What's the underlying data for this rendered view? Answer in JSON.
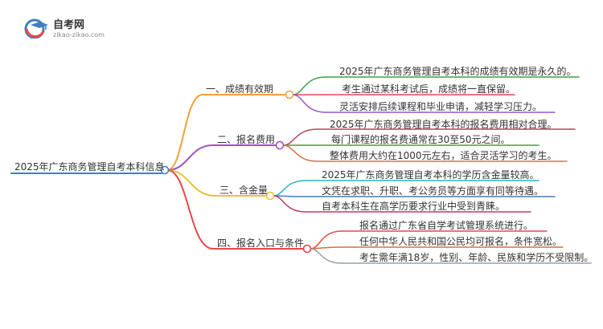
{
  "logo": {
    "brand": "自考网",
    "url": "zikao-zikao.com"
  },
  "root": {
    "label": "2025年广东商务管理自考本科信息",
    "color": "#3f7fbf"
  },
  "branches": [
    {
      "label": "一、成绩有效期",
      "color": "#f0a23a",
      "leaf_color": "#3aa24a",
      "leaves": [
        "2025年广东商务管理自考本科的成绩有效期是永久的。",
        "考生通过某科考试后，成绩将一直保留。",
        "灵活安排后续课程和毕业申请，减轻学习压力。"
      ],
      "leaf_colors": [
        "#3aa24a",
        "#e8484a",
        "#9a52c8"
      ]
    },
    {
      "label": "二、报名费用",
      "color": "#9a52c8",
      "leaves": [
        "2025年广东商务管理自考本科的报名费用相对合理。",
        "每门课程的报名费通常在30至50元之间。",
        "整体费用大约在1000元左右，适合灵活学习的考生。"
      ],
      "leaf_colors": [
        "#b8415a",
        "#3aa24a",
        "#d7703a"
      ]
    },
    {
      "label": "三、含金量",
      "color": "#e8c23a",
      "leaves": [
        "2025年广东商务管理自考本科的学历含金量较高。",
        "文凭在求职、升职、考公务员等方面享有同等待遇。",
        "自考本科生在高学历要求行业中受到青睐。"
      ],
      "leaf_colors": [
        "#2ab4c8",
        "#3f7fbf",
        "#b8415a"
      ]
    },
    {
      "label": "四、报名入口与条件",
      "color": "#e8484a",
      "leaves": [
        "报名通过广东省自学考试管理系统进行。",
        "任何中华人民共和国公民均可报名，条件宽松。",
        "考生需年满18岁，性别、年龄、民族和学历不受限制。"
      ],
      "leaf_colors": [
        "#e8484a",
        "#d7703a",
        "#9aa0a6"
      ]
    }
  ]
}
